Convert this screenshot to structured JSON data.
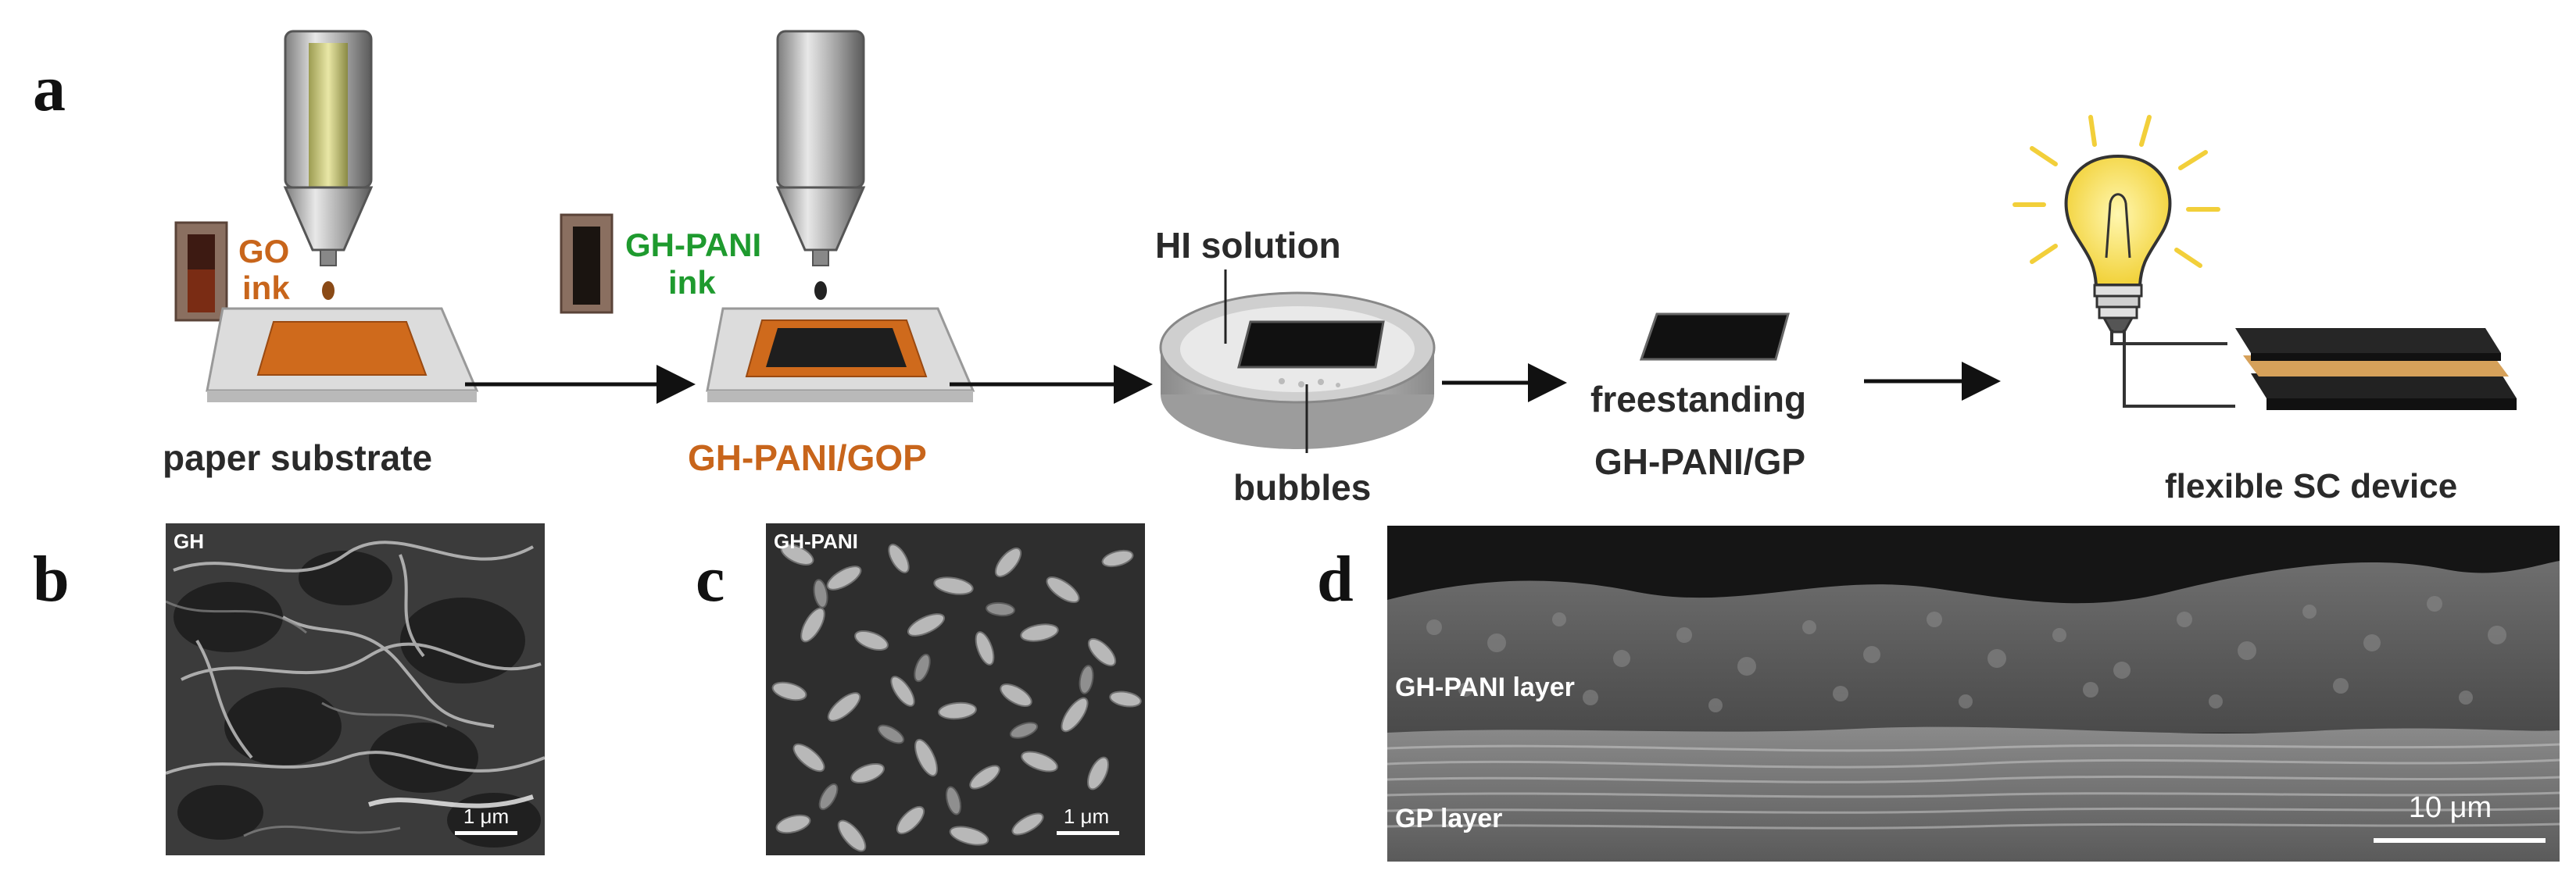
{
  "panels": {
    "a": "a",
    "b": "b",
    "c": "c",
    "d": "d"
  },
  "panel_a": {
    "go_ink_line1": "GO",
    "go_ink_line2": "ink",
    "paper_substrate": "paper substrate",
    "ghpani_ink_line1": "GH-PANI",
    "ghpani_ink_line2": "ink",
    "ghpani_gop": "GH-PANI/GOP",
    "hi_solution": "HI solution",
    "bubbles": "bubbles",
    "freestanding_line1": "freestanding",
    "freestanding_line2": "GH-PANI/GP",
    "flexible_sc_device": "flexible SC device"
  },
  "panel_b": {
    "tag": "GH",
    "scale": "1 μm"
  },
  "panel_c": {
    "tag": "GH-PANI",
    "scale": "1 μm"
  },
  "panel_d": {
    "layer_top": "GH-PANI layer",
    "layer_bottom": "GP layer",
    "scale": "10 μm"
  },
  "colors": {
    "go_orange": "#c8651b",
    "ghpani_green": "#1e9a2e",
    "label_text": "#2a2a2a",
    "bulb_yellow": "#f5d93a"
  }
}
